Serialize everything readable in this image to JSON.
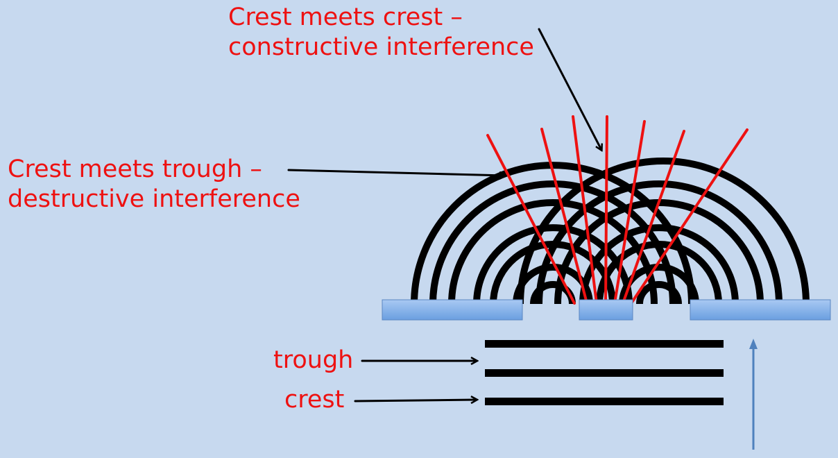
{
  "labels": {
    "constructive_line1": "Crest meets crest –",
    "constructive_line2": "constructive interference",
    "destructive_line1": "Crest meets trough –",
    "destructive_line2": "destructive interference",
    "trough": "trough",
    "crest": "crest"
  },
  "colors": {
    "background": "#c7d9ef",
    "label_text": "#ee1111",
    "wave": "#000000",
    "interference_line": "#ee1111",
    "barrier": "#7eaee6",
    "direction_arrow": "#4f81bd"
  }
}
